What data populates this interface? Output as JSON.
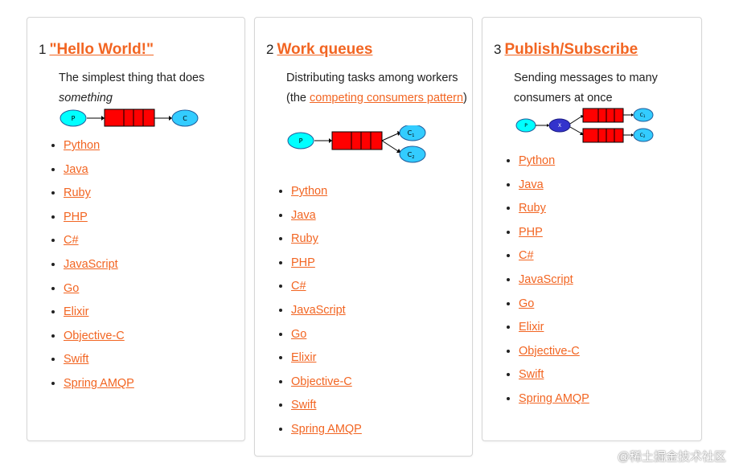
{
  "cards": [
    {
      "number": "1",
      "title": "\"Hello World!\"",
      "desc_text": "The simplest thing that does",
      "desc_em": "something",
      "languages": [
        "Python",
        "Java",
        "Ruby",
        "PHP",
        "C#",
        "JavaScript",
        "Go",
        "Elixir",
        "Objective-C",
        "Swift",
        "Spring AMQP"
      ]
    },
    {
      "number": "2",
      "title": "Work queues",
      "desc_text": "Distributing tasks among workers (the",
      "desc_link": "competing consumers pattern",
      "desc_end": ")",
      "languages": [
        "Python",
        "Java",
        "Ruby",
        "PHP",
        "C#",
        "JavaScript",
        "Go",
        "Elixir",
        "Objective-C",
        "Swift",
        "Spring AMQP"
      ]
    },
    {
      "number": "3",
      "title": "Publish/Subscribe",
      "desc_text": "Sending messages to many consumers at once",
      "languages": [
        "Python",
        "Java",
        "Ruby",
        "PHP",
        "C#",
        "JavaScript",
        "Go",
        "Elixir",
        "Objective-C",
        "Swift",
        "Spring AMQP"
      ]
    }
  ],
  "diagram_labels": {
    "producer": "P",
    "consumer": "C",
    "consumer_1": "C",
    "consumer_1_sub": "1",
    "consumer_2": "C",
    "consumer_2_sub": "2",
    "exchange": "X"
  },
  "colors": {
    "link": "#f26522",
    "producer_fill": "#00ffff",
    "consumer_fill": "#33ccff",
    "queue_fill": "#ff0000",
    "exchange_fill": "#3333cc"
  },
  "watermark": "@稀土掘金技术社区"
}
